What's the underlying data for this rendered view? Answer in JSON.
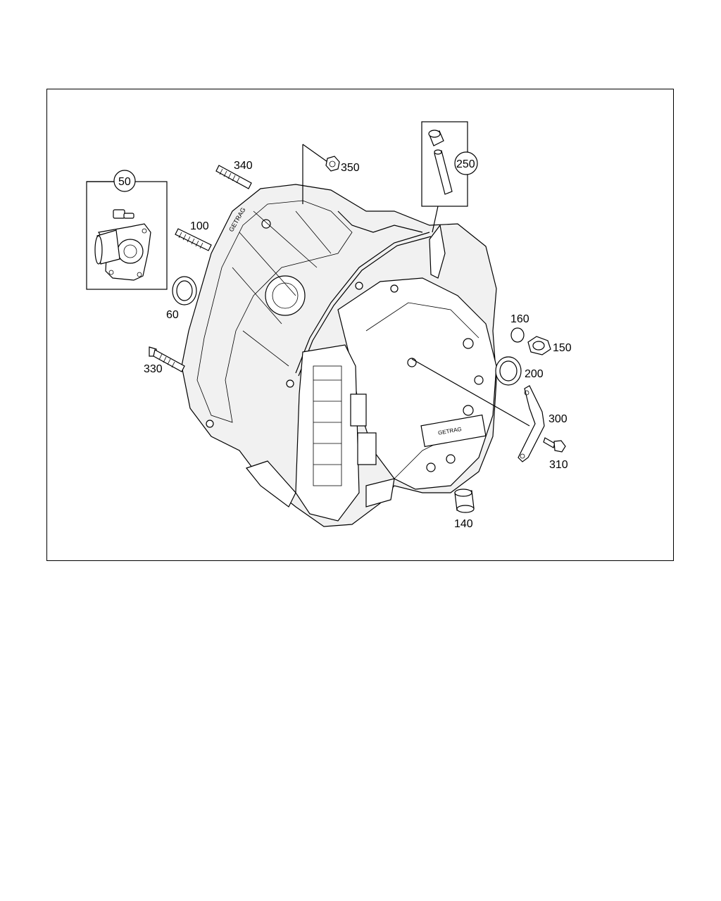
{
  "diagram": {
    "callouts": {
      "c50": "50",
      "c60": "60",
      "c100": "100",
      "c140": "140",
      "c150": "150",
      "c160": "160",
      "c200": "200",
      "c250": "250",
      "c300": "300",
      "c310": "310",
      "c330": "330",
      "c340": "340",
      "c350": "350"
    },
    "casting_text": "GETRAG"
  }
}
